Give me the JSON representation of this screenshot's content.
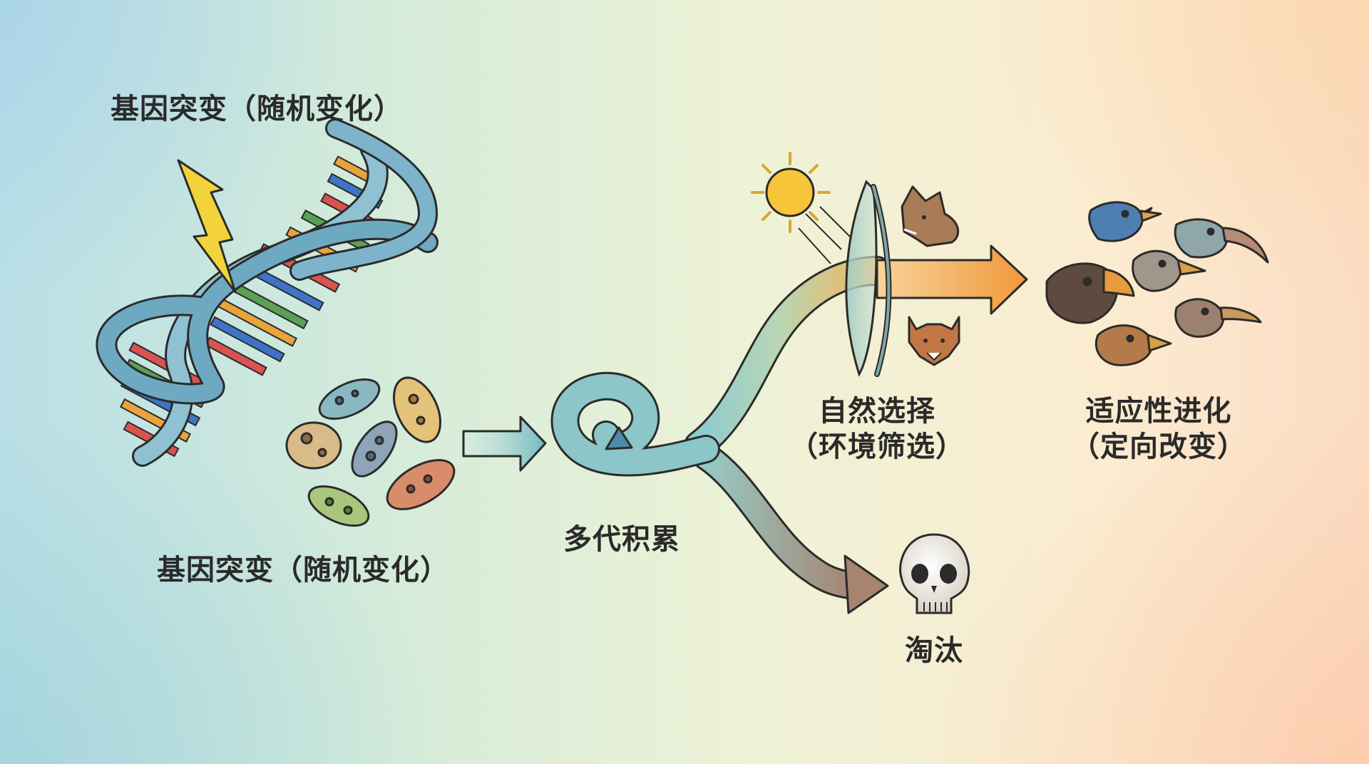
{
  "labels": {
    "mutation_top": "基因突变（随机变化）",
    "mutation_bottom": "基因突变（随机变化）",
    "accumulation": "多代积累",
    "selection_line1": "自然选择",
    "selection_line2": "（环境筛选）",
    "evolution_line1": "适应性进化",
    "evolution_line2": "（定向改变）",
    "elimination": "淘汰"
  },
  "colors": {
    "helix_strand": "#6ea9c2",
    "base_red": "#d9534f",
    "base_orange": "#e8a33d",
    "base_blue": "#3f73c7",
    "base_green": "#5aa155",
    "lightning": "#f2d43a",
    "arrow_teal": "#7cc1c7",
    "arrow_orange": "#f0a64a",
    "arrow_brown": "#a98a75",
    "sun": "#f7c53a"
  }
}
